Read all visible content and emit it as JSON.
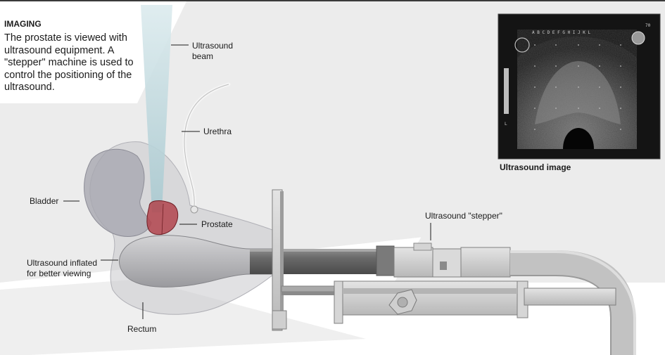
{
  "heading": "IMAGING",
  "description": "The prostate is viewed with ultrasound equipment. A \"stepper\" machine is used to control the positioning of the ultrasound.",
  "labels": {
    "ultrasound_beam": [
      "Ultrasound",
      "beam"
    ],
    "urethra": "Urethra",
    "bladder": "Bladder",
    "prostate": "Prostate",
    "inflated": [
      "Ultrasound inflated",
      "for better viewing"
    ],
    "rectum": "Rectum",
    "stepper": "Ultrasound \"stepper\""
  },
  "ultrasound_panel": {
    "caption": "Ultrasound image",
    "top_scale": "A B C D E F G H I J K L",
    "corner_value": "70",
    "side_letter": "L"
  },
  "colors": {
    "prostate": "#b2444c",
    "beam": "#b8d5db",
    "background_shape": "#ececec"
  }
}
